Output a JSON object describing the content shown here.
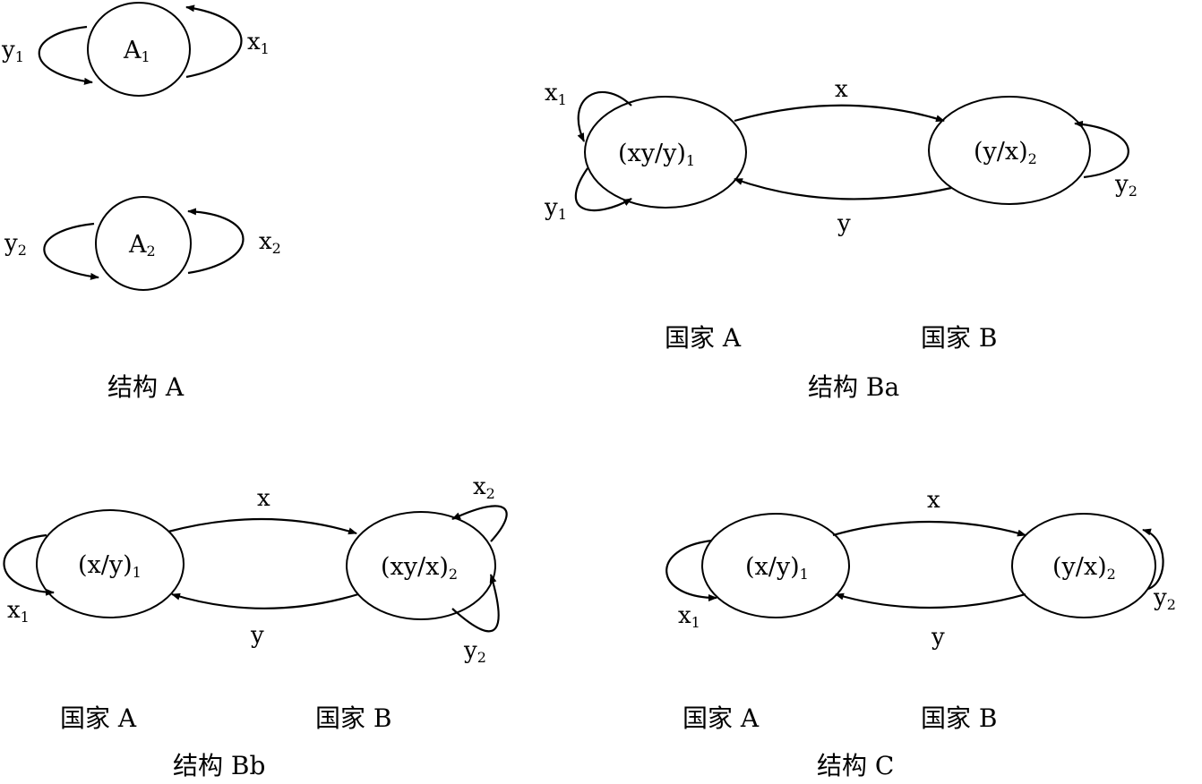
{
  "structA": {
    "node1": {
      "main": "A",
      "sub": "1"
    },
    "node2": {
      "main": "A",
      "sub": "2"
    },
    "loops": {
      "y1": {
        "main": "y",
        "sub": "1"
      },
      "x1": {
        "main": "x",
        "sub": "1"
      },
      "y2": {
        "main": "y",
        "sub": "2"
      },
      "x2": {
        "main": "x",
        "sub": "2"
      }
    },
    "caption": "结构 A"
  },
  "structBa": {
    "nodeA": {
      "main": "(xy/y)",
      "sub": "1"
    },
    "nodeB": {
      "main": "(y/x)",
      "sub": "2"
    },
    "edge_top": "x",
    "edge_bottom": "y",
    "loops": {
      "x1": {
        "main": "x",
        "sub": "1"
      },
      "y1": {
        "main": "y",
        "sub": "1"
      },
      "y2": {
        "main": "y",
        "sub": "2"
      }
    },
    "country_a": "国家 A",
    "country_b": "国家 B",
    "caption": "结构 Ba"
  },
  "structBb": {
    "nodeA": {
      "main": "(x/y)",
      "sub": "1"
    },
    "nodeB": {
      "main": "(xy/x)",
      "sub": "2"
    },
    "edge_top": "x",
    "edge_bottom": "y",
    "loops": {
      "x1": {
        "main": "x",
        "sub": "1"
      },
      "x2": {
        "main": "x",
        "sub": "2"
      },
      "y2": {
        "main": "y",
        "sub": "2"
      }
    },
    "country_a": "国家 A",
    "country_b": "国家 B",
    "caption": "结构 Bb"
  },
  "structC": {
    "nodeA": {
      "main": "(x/y)",
      "sub": "1"
    },
    "nodeB": {
      "main": "(y/x)",
      "sub": "2"
    },
    "edge_top": "x",
    "edge_bottom": "y",
    "loops": {
      "x1": {
        "main": "x",
        "sub": "1"
      },
      "y2": {
        "main": "y",
        "sub": "2"
      }
    },
    "country_a": "国家 A",
    "country_b": "国家 B",
    "caption": "结构 C"
  }
}
